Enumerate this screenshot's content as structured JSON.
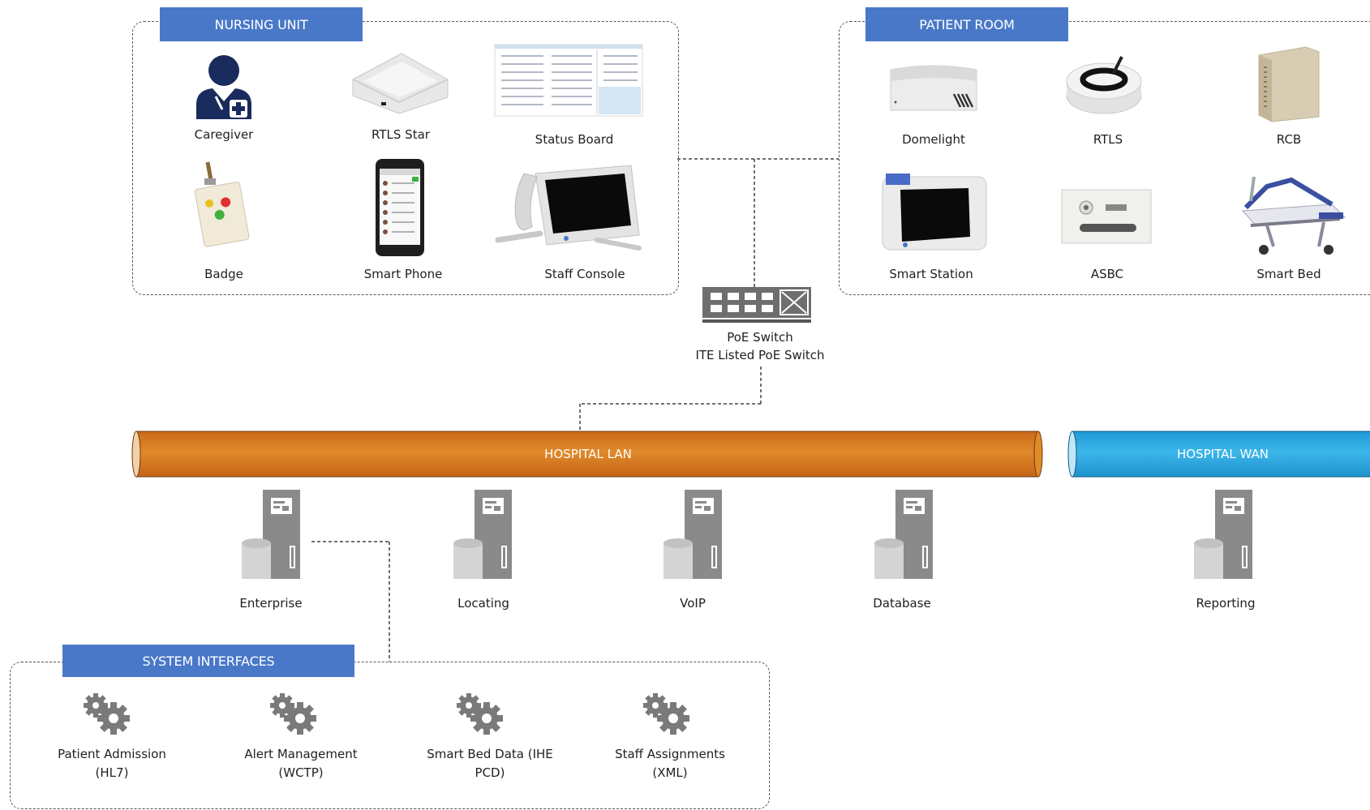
{
  "nursing_unit": {
    "header": "NURSING UNIT",
    "items": [
      "Caregiver",
      "RTLS Star",
      "Status Board",
      "Badge",
      "Smart Phone",
      "Staff Console"
    ]
  },
  "patient_room": {
    "header": "PATIENT ROOM",
    "items": [
      "Domelight",
      "RTLS",
      "RCB",
      "Smart Station",
      "ASBC",
      "Smart Bed"
    ]
  },
  "switch": {
    "line1": "PoE Switch",
    "line2": "ITE Listed PoE Switch"
  },
  "lan": {
    "label": "HOSPITAL LAN",
    "color": "#d2761c"
  },
  "wan": {
    "label": "HOSPITAL WAN",
    "color": "#22a5dd"
  },
  "servers": [
    "Enterprise",
    "Locating",
    "VoIP",
    "Database",
    "Reporting"
  ],
  "system_interfaces": {
    "header": "SYSTEM INTERFACES",
    "items": [
      {
        "line1": "Patient Admission",
        "line2": "(HL7)"
      },
      {
        "line1": "Alert Management",
        "line2": "(WCTP)"
      },
      {
        "line1": "Smart Bed Data (IHE",
        "line2": "PCD)"
      },
      {
        "line1": "Staff Assignments",
        "line2": "(XML)"
      }
    ]
  },
  "colors": {
    "header_blue": "#4a78c8",
    "icon_navy": "#1a2b5e",
    "server_gray": "#8a8a8a"
  }
}
